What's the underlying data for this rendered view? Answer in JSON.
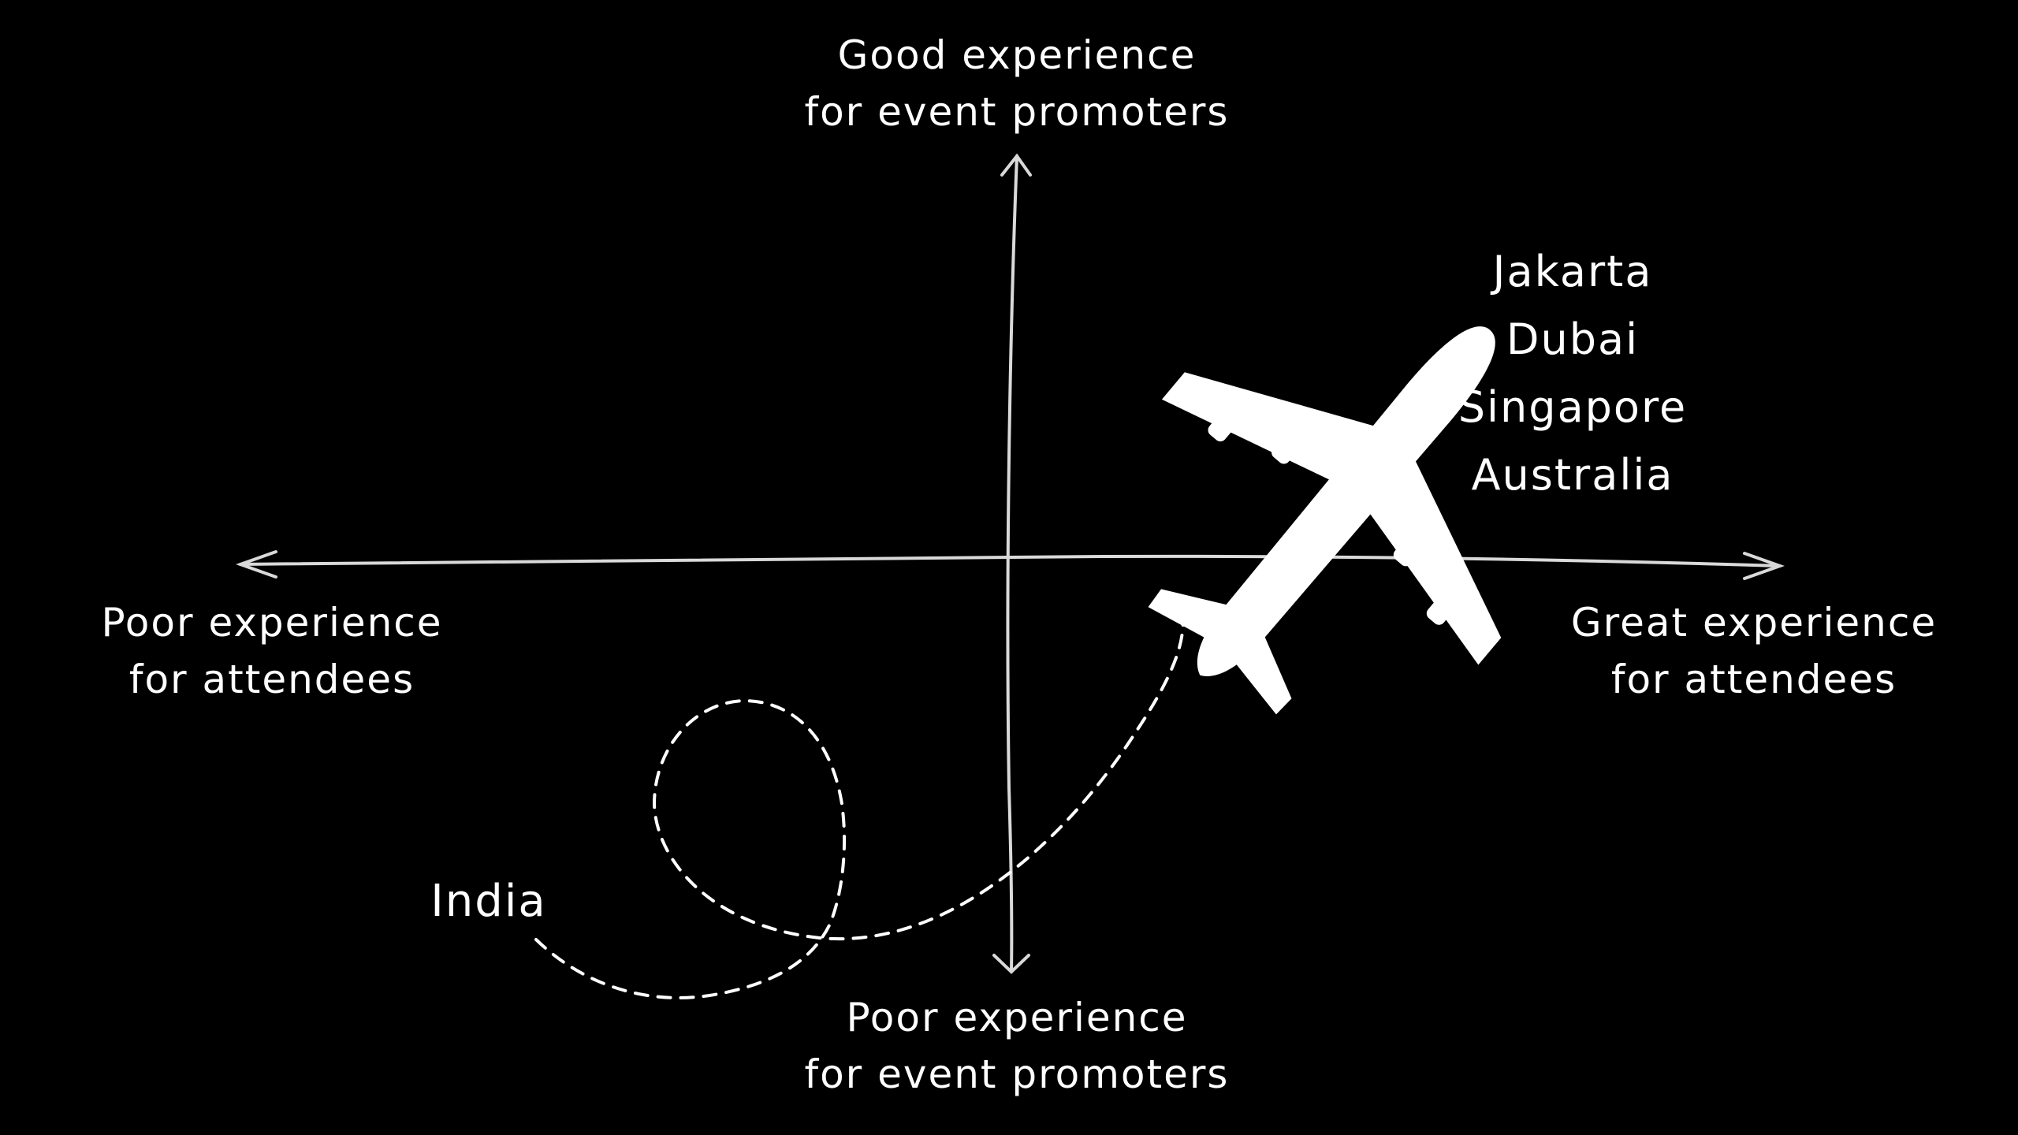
{
  "axes": {
    "top": {
      "line1": "Good experience",
      "line2": "for event promoters"
    },
    "bottom": {
      "line1": "Poor experience",
      "line2": "for event promoters"
    },
    "left": {
      "line1": "Poor experience",
      "line2": "for attendees"
    },
    "right": {
      "line1": "Great experience",
      "line2": "for attendees"
    }
  },
  "destinations": [
    "Jakarta",
    "Dubai",
    "Singapore",
    "Australia"
  ],
  "origin": "India",
  "colors": {
    "background": "#000000",
    "ink": "#ffffff",
    "axis": "#d9d9d9"
  },
  "icons": [
    "airplane-icon"
  ]
}
